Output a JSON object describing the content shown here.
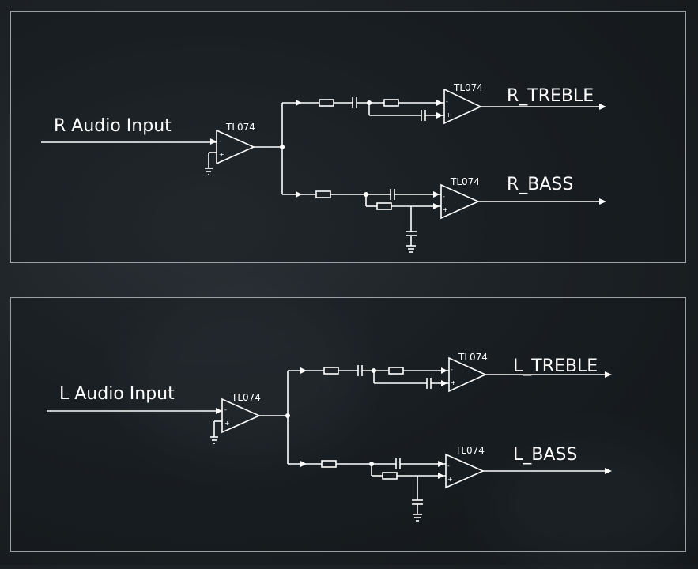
{
  "colors": {
    "line": "#ffffff",
    "panel_border": "#9aa0a4",
    "background": "#1d2226"
  },
  "right_channel": {
    "input_label": "R  Audio Input",
    "buffer_chip": "TL074",
    "treble_chip": "TL074",
    "bass_chip": "TL074",
    "treble_output": "R_TREBLE",
    "bass_output": "R_BASS"
  },
  "left_channel": {
    "input_label": "L  Audio Input",
    "buffer_chip": "TL074",
    "treble_chip": "TL074",
    "bass_chip": "TL074",
    "treble_output": "L_TREBLE",
    "bass_output": "L_BASS"
  },
  "opamp_pins": {
    "minus": "-",
    "plus": "+"
  }
}
